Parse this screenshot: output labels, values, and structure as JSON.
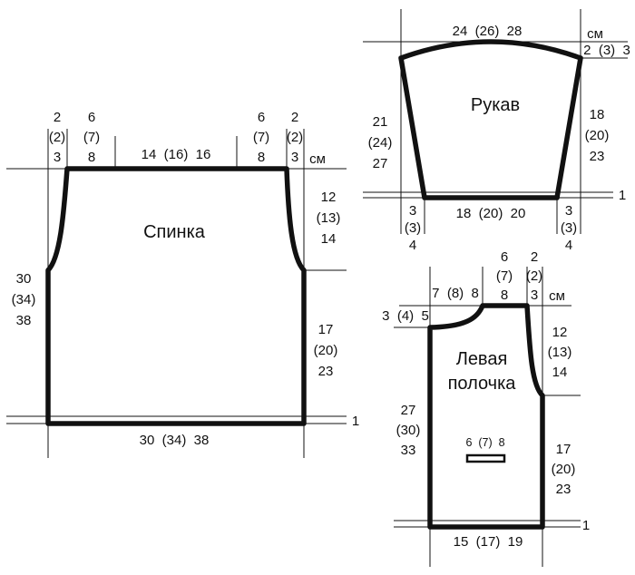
{
  "back": {
    "title": "Спинка",
    "top": {
      "left_edge": [
        "2",
        "(2)",
        "3"
      ],
      "left_shoulder": [
        "6",
        "(7)",
        "8"
      ],
      "neck": "14  (16)  16",
      "right_shoulder": [
        "6",
        "(7)",
        "8"
      ],
      "right_edge": [
        "2",
        "(2)",
        "3"
      ],
      "unit": "см"
    },
    "left_height": [
      "30",
      "(34)",
      "38"
    ],
    "right_armhole": [
      "12",
      "(13)",
      "14"
    ],
    "right_side": [
      "17",
      "(20)",
      "23"
    ],
    "hem": "1",
    "width": "30  (34)  38"
  },
  "sleeve": {
    "title": "Рукав",
    "top_width": "24  (26)  28",
    "unit": "см",
    "cap": "2  (3)  3",
    "left_height": [
      "21",
      "(24)",
      "27"
    ],
    "right_height": [
      "18",
      "(20)",
      "23"
    ],
    "left_inc": [
      "3",
      "(3)",
      "4"
    ],
    "bottom_width": "18  (20)  20",
    "right_inc": [
      "3",
      "(3)",
      "4"
    ],
    "hem": "1"
  },
  "front": {
    "title_line1": "Левая",
    "title_line2": "полочка",
    "top_left": "7  (8)  8",
    "shoulder": [
      "6",
      "(7)",
      "8"
    ],
    "edge": [
      "2",
      "(2)",
      "3"
    ],
    "unit": "см",
    "neck_drop": "3  (4)  5",
    "armhole": [
      "12",
      "(13)",
      "14"
    ],
    "left_height": [
      "27",
      "(30)",
      "33"
    ],
    "right_side": [
      "17",
      "(20)",
      "23"
    ],
    "pocket": "6  (7)  8",
    "hem": "1",
    "width": "15  (17)  19"
  }
}
